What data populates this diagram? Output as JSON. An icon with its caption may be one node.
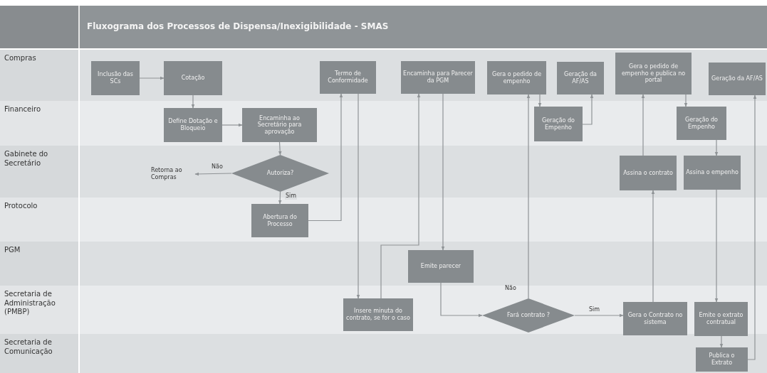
{
  "diagram": {
    "title": "Fluxograma dos Processos de Dispensa/Inexigibilidade - SMAS",
    "nodes": [
      {
        "text": [
          "Compras"
        ]
      },
      {
        "text": [
          "Financeiro"
        ]
      },
      {
        "text": [
          "Gabinete do Secretário"
        ]
      },
      {
        "text": [
          "Protocolo"
        ]
      },
      {
        "text": [
          "PGM"
        ]
      },
      {
        "text": [
          "Secretaria de Administração (PMBP)"
        ]
      },
      {
        "text": [
          "Secretaria de Comunicação"
        ]
      },
      {
        "text": [
          "Inclusão das SCs"
        ],
        "in": 0
      },
      {
        "text": [
          "Cotação"
        ],
        "in": 0
      },
      {
        "text": [
          "Termo de Conformidade"
        ],
        "in": 0
      },
      {
        "text": [
          "Encaminha para Parecer da PGM"
        ],
        "in": 0
      },
      {
        "text": [
          "Gera o pedido de empenho"
        ],
        "in": 0
      },
      {
        "text": [
          "Geração da AF/AS"
        ],
        "in": 0
      },
      {
        "text": [
          "Gera o pedido de empenho e publica no portal"
        ],
        "in": 0
      },
      {
        "text": [
          "Geração da AF/AS"
        ],
        "in": 0
      },
      {
        "text": [
          "Define Dotação e Bloqueio"
        ],
        "in": 1
      },
      {
        "text": [
          "Encaminha ao Secretário para aprovação"
        ],
        "in": 1
      },
      {
        "text": [
          "Geração do Empenho"
        ],
        "in": 1
      },
      {
        "text": [
          "Geração do Empenho"
        ],
        "in": 1
      },
      {
        "text": [
          "Retorna ao Compras"
        ],
        "in": 2
      },
      {
        "text": [
          "Autoriza?"
        ],
        "in": 2
      },
      {
        "text": [
          "Assina o contrato"
        ],
        "in": 2
      },
      {
        "text": [
          "Assina o empenho"
        ],
        "in": 2
      },
      {
        "text": [
          "Abertura do Processo"
        ],
        "in": 3
      },
      {
        "text": [
          "Emite parecer"
        ],
        "in": 4
      },
      {
        "text": [
          "Insere minuta do contrato, se for o caso"
        ],
        "in": 5
      },
      {
        "text": [
          "Fará contrato ?"
        ],
        "in": 5
      },
      {
        "text": [
          "Gera o Contrato no sistema"
        ],
        "in": 5
      },
      {
        "text": [
          "Emite o extrato contratual"
        ],
        "in": 5
      },
      {
        "text": [
          "Publica o Extrato"
        ],
        "in": 6
      }
    ],
    "edges": [
      {
        "from": 7,
        "to": 8,
        "arrow": "to"
      },
      {
        "from": 8,
        "to": 15,
        "arrow": "to"
      },
      {
        "from": 15,
        "to": 16,
        "arrow": "to"
      },
      {
        "from": 16,
        "to": 20,
        "arrow": "to"
      },
      {
        "from": 20,
        "to": 19,
        "arrow": "to",
        "label": "Não"
      },
      {
        "from": 20,
        "to": 23,
        "arrow": "to",
        "label": "Sim"
      },
      {
        "from": 23,
        "to": 9,
        "arrow": "to"
      },
      {
        "from": 9,
        "to": 25,
        "arrow": "to"
      },
      {
        "from": 25,
        "to": 10,
        "arrow": "to"
      },
      {
        "from": 10,
        "to": 24,
        "arrow": "to"
      },
      {
        "from": 24,
        "to": 26,
        "arrow": "to"
      },
      {
        "from": 26,
        "to": 11,
        "arrow": "to",
        "label": "Não"
      },
      {
        "from": 26,
        "to": 27,
        "arrow": "to",
        "label": "Sim"
      },
      {
        "from": 11,
        "to": 17,
        "arrow": "to"
      },
      {
        "from": 17,
        "to": 12,
        "arrow": "to"
      },
      {
        "from": 27,
        "to": 21,
        "arrow": "to"
      },
      {
        "from": 21,
        "to": 13,
        "arrow": "to"
      },
      {
        "from": 13,
        "to": 18,
        "arrow": "to"
      },
      {
        "from": 18,
        "to": 22,
        "arrow": "to"
      },
      {
        "from": 22,
        "to": 28,
        "arrow": "to"
      },
      {
        "from": 28,
        "to": 29,
        "arrow": "to"
      },
      {
        "from": 29,
        "to": 14,
        "arrow": "to"
      }
    ]
  }
}
